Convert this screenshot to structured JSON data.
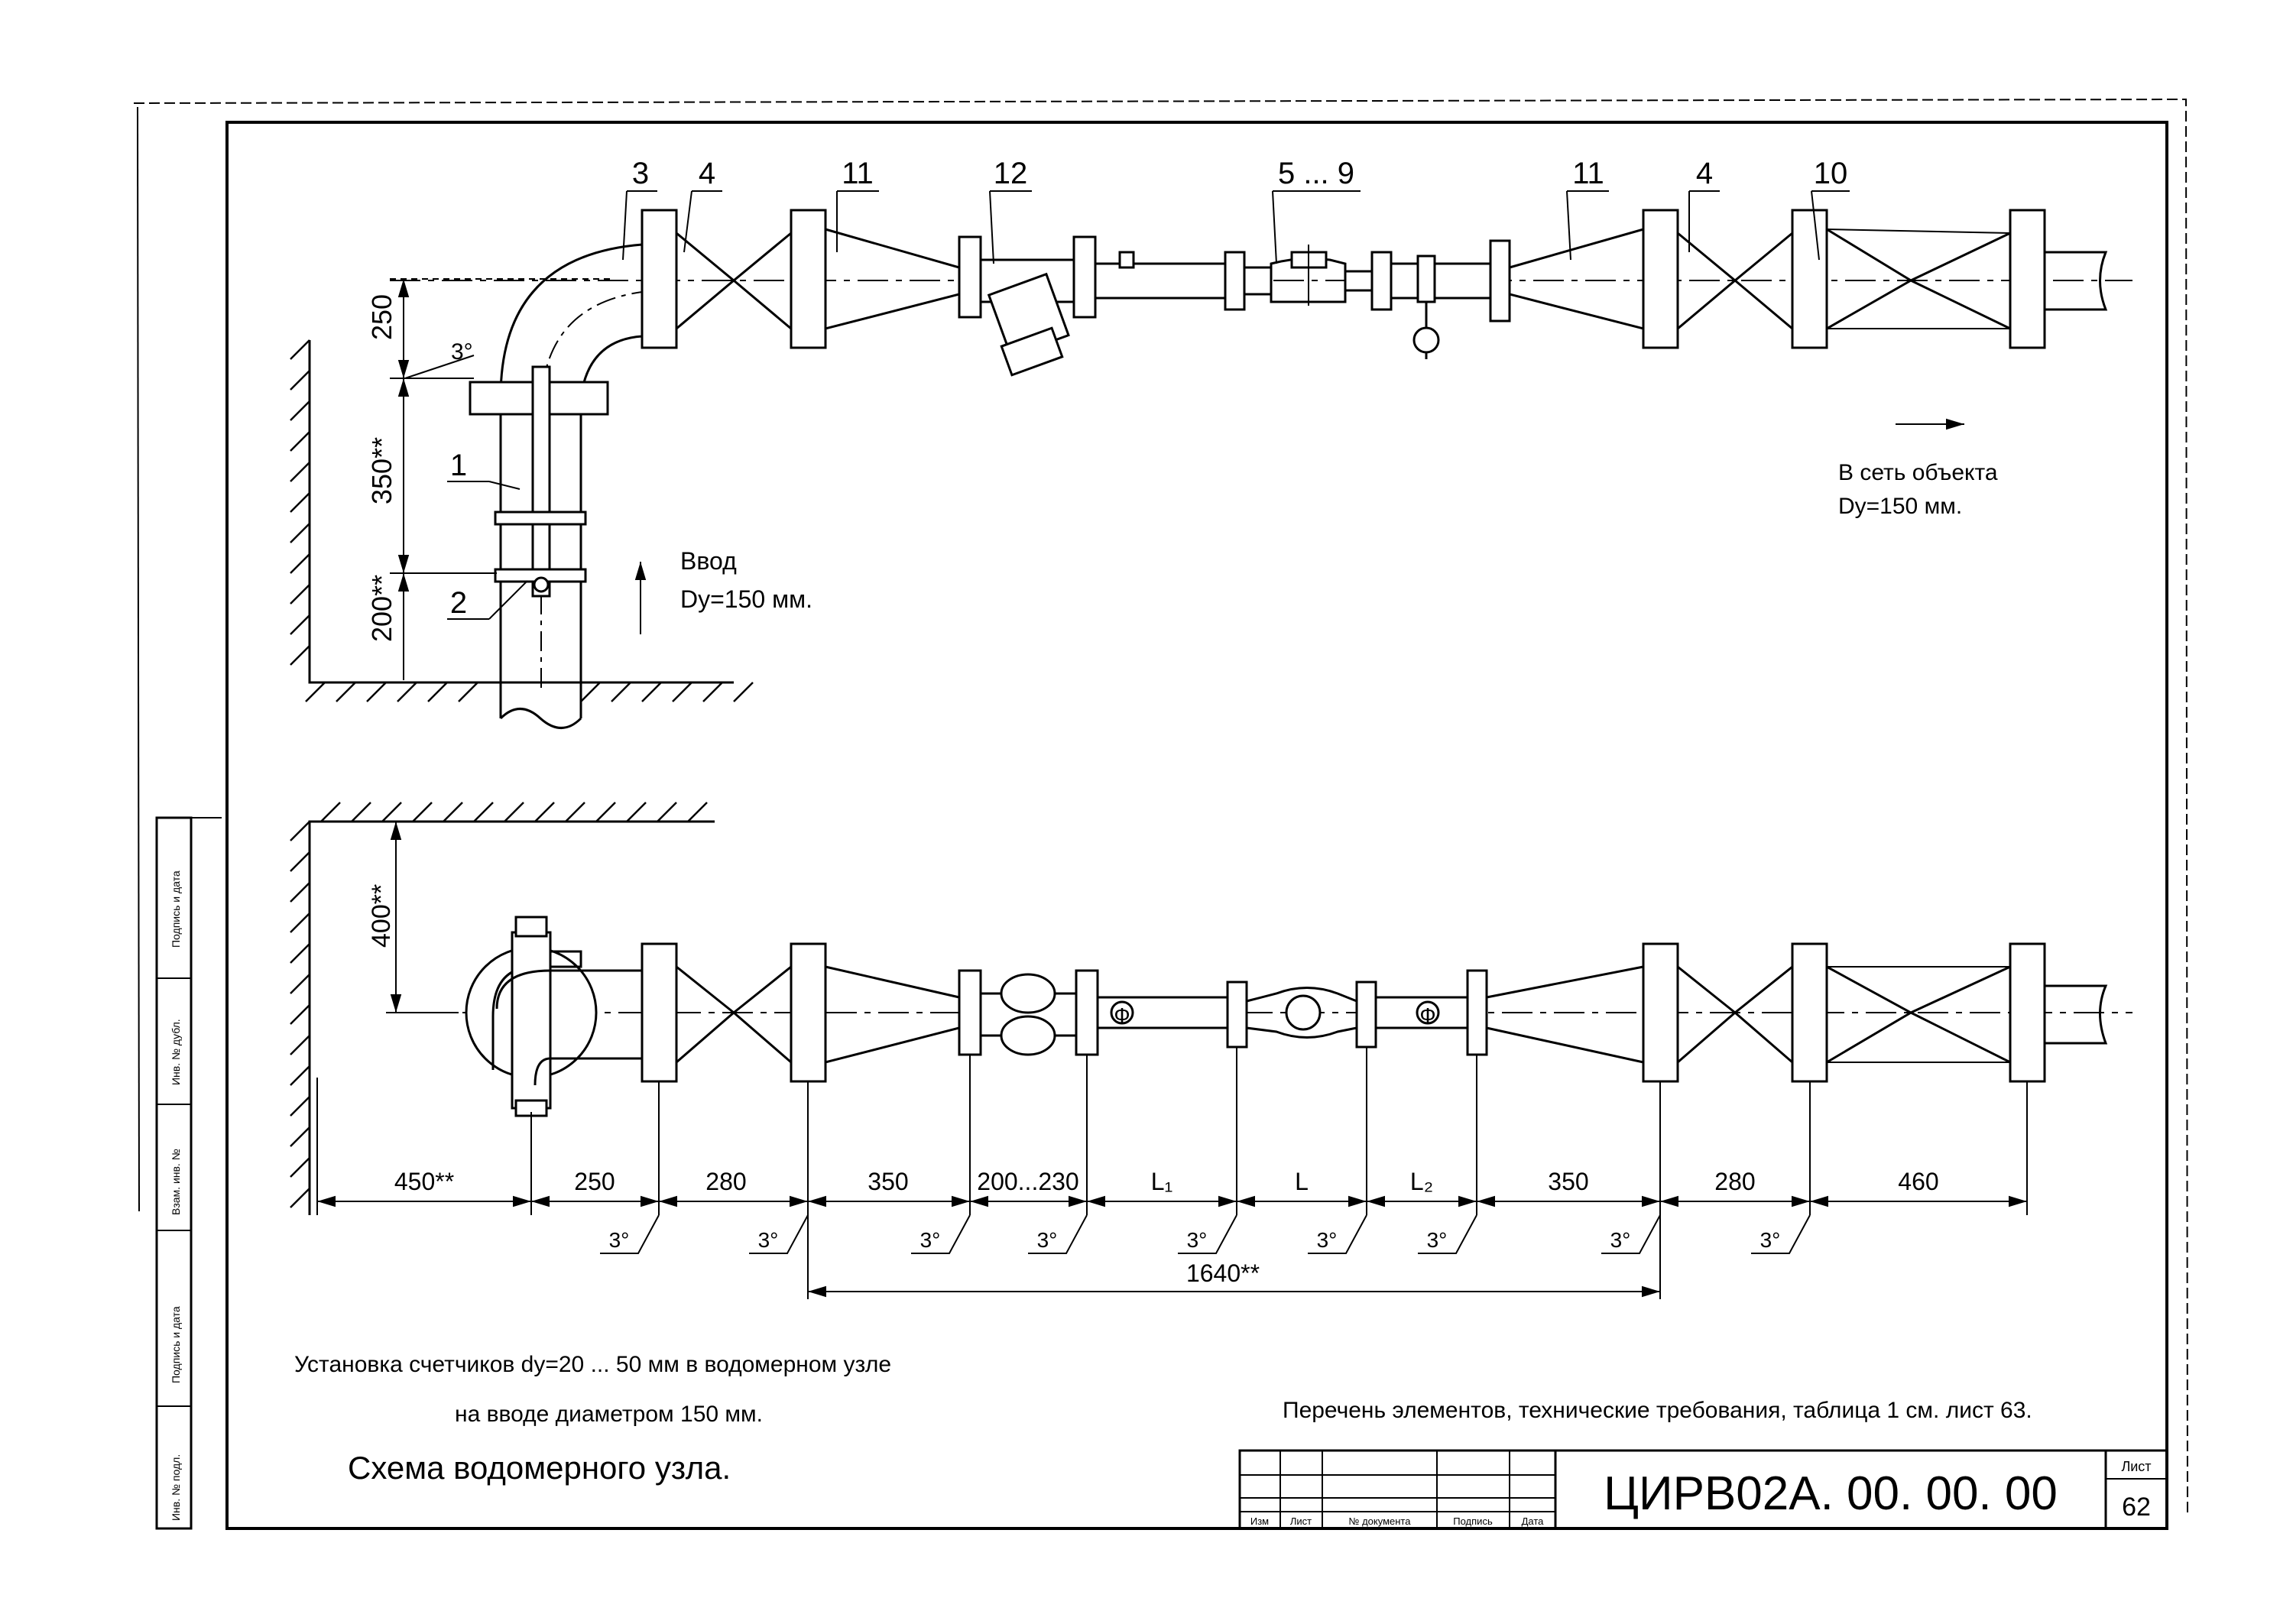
{
  "drawing": {
    "top_view": {
      "leaders": [
        "3",
        "4",
        "11",
        "12",
        "5 ... 9",
        "11",
        "4",
        "10"
      ],
      "riser_leaders": [
        "1",
        "2"
      ],
      "dims": [
        "250",
        "350**",
        "200**"
      ],
      "angle": "3°",
      "inlet_label": "Ввод",
      "inlet_dn": "Dy=150 мм.",
      "outlet_label": "В сеть объекта",
      "outlet_dn": "Dy=150 мм."
    },
    "side_view": {
      "vertical_dim": "400**",
      "dims": [
        "450**",
        "250",
        "280",
        "350",
        "200...230",
        "L₁",
        "L",
        "L₂",
        "350",
        "280",
        "460"
      ],
      "angles": [
        "3°",
        "3°",
        "3°",
        "3°",
        "3°",
        "3°",
        "3°",
        "3°",
        "3°"
      ],
      "total_dim": "1640**",
      "flow_symbol": "Ф"
    },
    "caption_line1": "Установка счетчиков dy=20 ... 50 мм в водомерном узле",
    "caption_line2": "на вводе диаметром 150 мм.",
    "scheme_title": "Схема водомерного узла.",
    "reference_note": "Перечень элементов, технические требования, таблица 1 см. лист 63."
  },
  "title_block": {
    "designation": "ЦИРВ02А. 00. 00. 00",
    "sheet_label": "Лист",
    "sheet_number": "62",
    "columns": [
      "Изм",
      "Лист",
      "№ документа",
      "Подпись",
      "Дата"
    ]
  },
  "side_stamp": [
    "Подпись и дата",
    "Инв. № дубл.",
    "Взам. инв. №",
    "Подпись и дата",
    "Инв. № подл."
  ]
}
